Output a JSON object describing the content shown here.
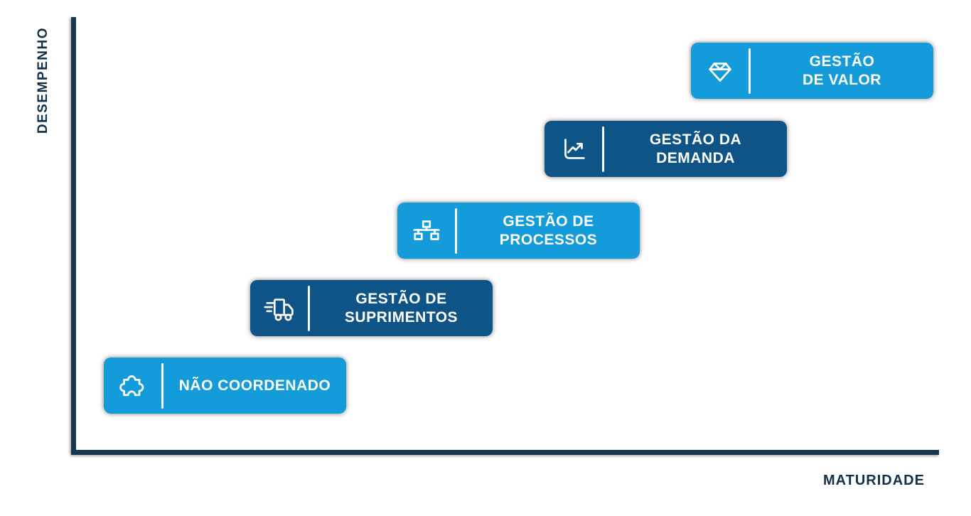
{
  "diagram": {
    "y_axis_label": "DESEMPENHO",
    "x_axis_label": "MATURIDADE",
    "axis_color": "#16384F",
    "axis_label_color": "#123049",
    "palette": {
      "light_blue": "#149CDA",
      "dark_blue": "#0F5486",
      "text_on_step": "#FFFFFF"
    },
    "steps": [
      {
        "label": "NÃO COORDENADO",
        "color": "#149CDA",
        "icon": "puzzle-icon"
      },
      {
        "label": "GESTÃO DE\nSUPRIMENTOS",
        "color": "#0F5486",
        "icon": "truck-icon"
      },
      {
        "label": "GESTÃO DE\nPROCESSOS",
        "color": "#149CDA",
        "icon": "sitemap-icon"
      },
      {
        "label": "GESTÃO DA\nDEMANDA",
        "color": "#0F5486",
        "icon": "chart-icon"
      },
      {
        "label": "GESTÃO\nDE VALOR",
        "color": "#149CDA",
        "icon": "diamond-icon"
      }
    ]
  }
}
